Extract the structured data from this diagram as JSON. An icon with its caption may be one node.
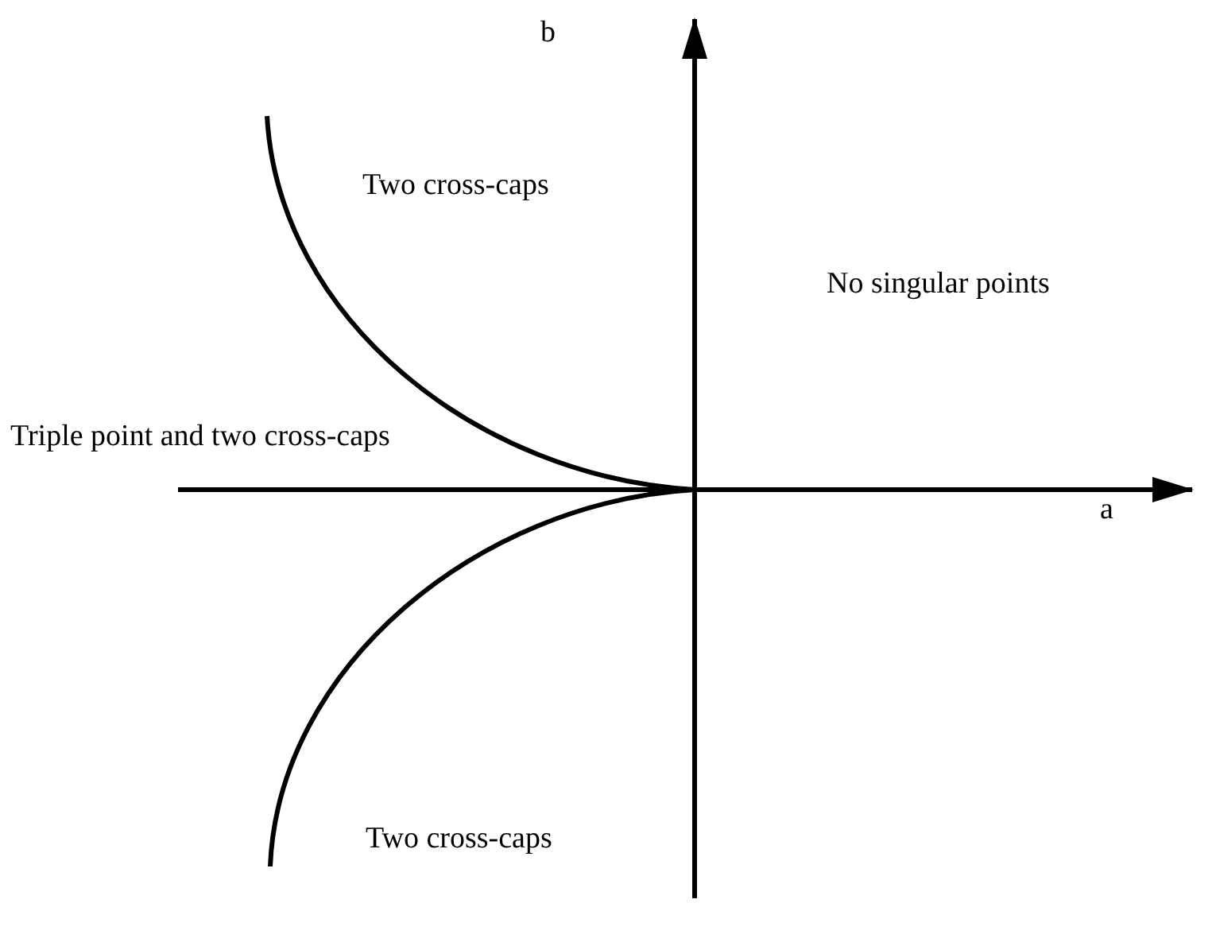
{
  "diagram": {
    "labels": [
      "b",
      "Two cross-caps",
      "No singular points",
      "Triple point and two cross-caps",
      "a",
      "Two cross-caps"
    ]
  }
}
